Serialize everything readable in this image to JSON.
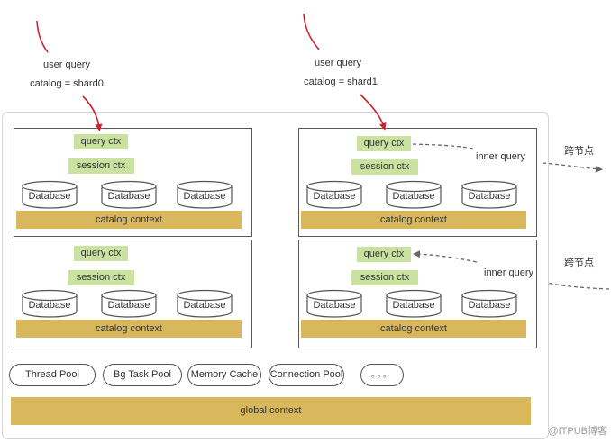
{
  "queries": [
    {
      "label": "user query",
      "catalog": "catalog = shard0"
    },
    {
      "label": "user query",
      "catalog": "catalog = shard1"
    }
  ],
  "shards": [
    {
      "query_ctx": "query ctx",
      "session_ctx": "session ctx",
      "databases": [
        "Database",
        "Database",
        "Database"
      ],
      "catalog_context": "catalog context"
    },
    {
      "query_ctx": "query ctx",
      "session_ctx": "session ctx",
      "databases": [
        "Database",
        "Database",
        "Database"
      ],
      "catalog_context": "catalog context"
    },
    {
      "query_ctx": "query ctx",
      "session_ctx": "session ctx",
      "databases": [
        "Database",
        "Database",
        "Database"
      ],
      "catalog_context": "catalog context"
    },
    {
      "query_ctx": "query ctx",
      "session_ctx": "session ctx",
      "databases": [
        "Database",
        "Database",
        "Database"
      ],
      "catalog_context": "catalog context"
    }
  ],
  "inner_query": [
    {
      "label": "inner query",
      "cross_node": "跨节点",
      "direction": "outgoing"
    },
    {
      "label": "inner query",
      "cross_node": "跨节点",
      "direction": "incoming"
    }
  ],
  "resources": [
    "Thread Pool",
    "Bg Task Pool",
    "Memory Cache",
    "Connection Pool",
    "。。。"
  ],
  "global_context": "global context",
  "watermark": "@ITPUB博客",
  "colors": {
    "ctx_green": "#c9e2a0",
    "catalog_gold": "#d9b75c",
    "query_arrow_red": "#d0202a",
    "dashed_gray": "#666666"
  }
}
